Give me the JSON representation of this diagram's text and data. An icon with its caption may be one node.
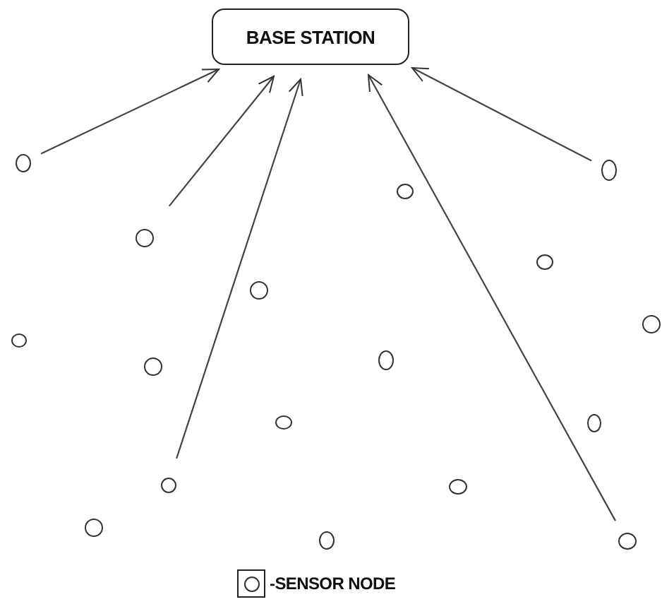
{
  "diagram": {
    "nodes": [
      {
        "text": [
          "BASE STATION"
        ]
      },
      {
        "text": [],
        "shape": "circle"
      },
      {
        "text": [],
        "shape": "circle"
      },
      {
        "text": [],
        "shape": "circle"
      },
      {
        "text": [],
        "shape": "circle"
      },
      {
        "text": [],
        "shape": "circle"
      },
      {
        "text": [],
        "shape": "circle"
      },
      {
        "text": [],
        "shape": "circle"
      },
      {
        "text": [],
        "shape": "circle"
      },
      {
        "text": [],
        "shape": "circle"
      },
      {
        "text": [],
        "shape": "circle"
      },
      {
        "text": [],
        "shape": "circle"
      },
      {
        "text": [],
        "shape": "circle"
      },
      {
        "text": [],
        "shape": "circle"
      },
      {
        "text": [],
        "shape": "circle"
      },
      {
        "text": [],
        "shape": "circle"
      },
      {
        "text": [],
        "shape": "circle"
      },
      {
        "text": [],
        "shape": "circle"
      }
    ],
    "edges": [
      {
        "from": 1,
        "to": 0,
        "arrow": "to"
      },
      {
        "from": 4,
        "to": 0,
        "arrow": "to"
      },
      {
        "from": 13,
        "to": 0,
        "arrow": "to"
      },
      {
        "from": 17,
        "to": 0,
        "arrow": "to"
      },
      {
        "from": 2,
        "to": 0,
        "arrow": "to"
      }
    ],
    "legend": [
      {
        "text": "-SENSOR NODE"
      }
    ]
  }
}
